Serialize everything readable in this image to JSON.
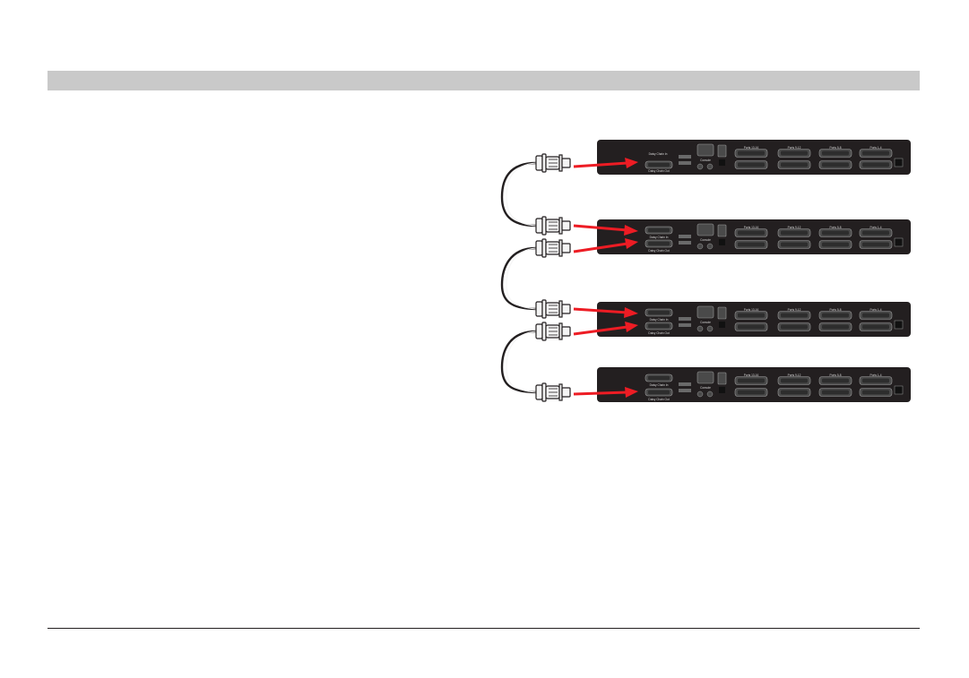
{
  "units": [
    {
      "daisy_top": "Daisy Chain In",
      "daisy_bottom": "Daisy Chain Out"
    },
    {
      "daisy_top": "Daisy Chain In",
      "daisy_bottom": "Daisy Chain Out"
    },
    {
      "daisy_top": "Daisy Chain In",
      "daisy_bottom": "Daisy Chain Out"
    },
    {
      "daisy_top": "Daisy Chain In",
      "daisy_bottom": "Daisy Chain Out"
    }
  ],
  "port_labels_top": [
    "Ports 13-16",
    "Ports 9-12",
    "Ports 5-8",
    "Ports 1-4"
  ],
  "port_labels_bottom": [
    "Ports 13-16",
    "Ports 9-12",
    "Ports 5-8",
    "Ports 1-4"
  ],
  "console_label": "Console",
  "colors": {
    "unit": "#231f20",
    "arrow": "#ed1c24",
    "cable": "#231f20",
    "header": "#c9c9c9"
  }
}
